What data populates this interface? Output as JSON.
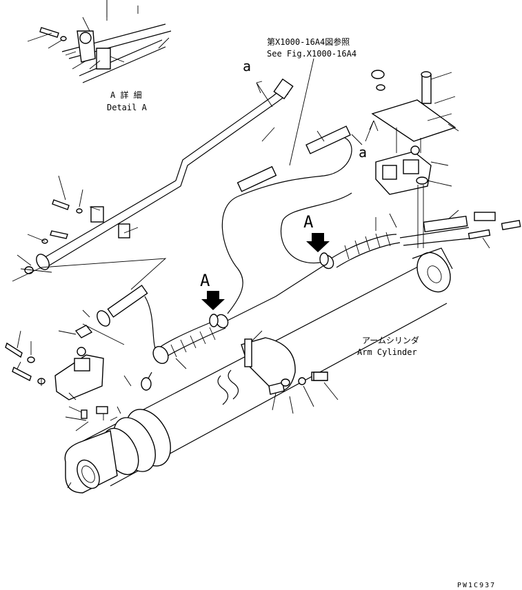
{
  "labels": {
    "detail_a_jp": "A 詳 細",
    "detail_a_en": "Detail A",
    "ref_jp": "第X1000-16A4図参照",
    "ref_en": "See Fig.X1000-16A4",
    "arm_cylinder_jp": "アームシリンダ",
    "arm_cylinder_en": "Arm Cylinder",
    "figure_code": "PW1C937",
    "callout_a_upper_left": "a",
    "callout_a_upper_right": "a",
    "callout_A_right": "A",
    "callout_A_left": "A"
  },
  "colors": {
    "ink": "#000000",
    "paper": "#ffffff"
  },
  "icons": [
    "hydraulic-cylinder-icon",
    "hose-icon",
    "valve-block-icon",
    "bolt-icon",
    "clamp-icon",
    "arrow-icon"
  ]
}
